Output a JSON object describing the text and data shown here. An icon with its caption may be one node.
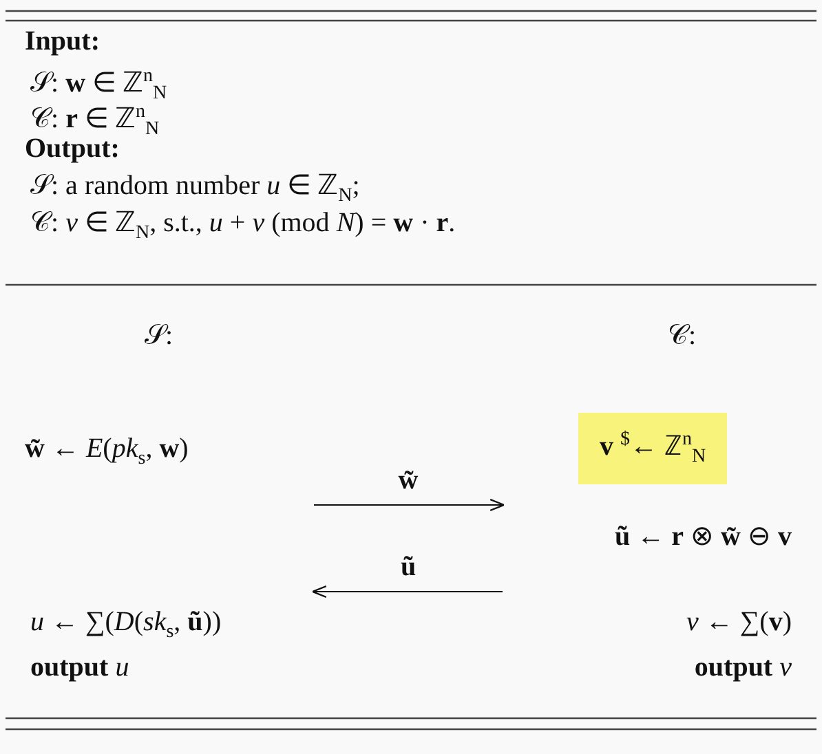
{
  "diagram": {
    "nodes": [
      {
        "text": [
          "**v** $^{$}$← ℤ$^{n}$$_{N}$"
        ]
      }
    ],
    "labels": [
      "Input:",
      "𝒮: **w** ∈ ℤ$^{n}$$_{N}$",
      "𝒞: **r** ∈ ℤ$^{n}$$_{N}$",
      "Output:",
      "𝒮: a random number *u* ∈ ℤ$_{N}$;",
      "𝒞: *v* ∈ ℤ$_{N}$, s.t., *u* + *v* (mod *N*) = **w** · **r**.",
      "𝒮:",
      "𝒞:",
      "**w̃** ← *E*(*pk*$_{s}$, **w**)",
      "w̃",
      "**ũ** ← **r** ⊗ **w̃** ⊖ **v**",
      "ũ",
      "*u* ← ∑(*D*(*sk*$_{s}$, **ũ**))",
      "*v* ← ∑(**v**)",
      "**output** *u*",
      "**output** *v*"
    ]
  }
}
